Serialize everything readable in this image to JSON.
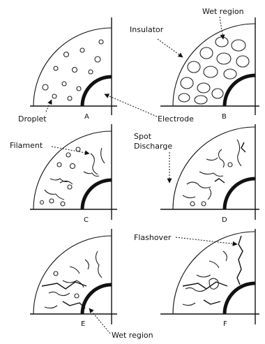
{
  "labels": {
    "wet_region_top": "Wet region",
    "insulator": "Insulator",
    "droplet": "Droplet",
    "electrode": "Electrode",
    "filament": "Filament",
    "spot_discharge_1": "Spot",
    "spot_discharge_2": "Discharge",
    "flashover": "Flashover",
    "wet_region_bottom": "Wet region"
  },
  "panels": [
    {
      "id": "A",
      "letter": "A"
    },
    {
      "id": "B",
      "letter": "B"
    },
    {
      "id": "C",
      "letter": "C"
    },
    {
      "id": "D",
      "letter": "D"
    },
    {
      "id": "E",
      "letter": "E"
    },
    {
      "id": "F",
      "letter": "F"
    }
  ]
}
